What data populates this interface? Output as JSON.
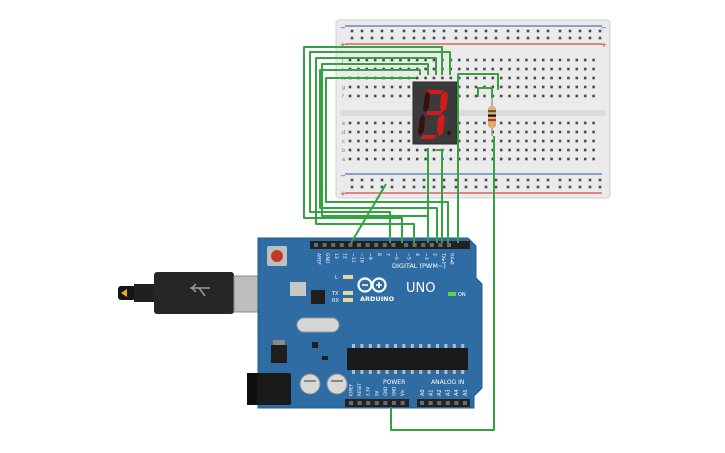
{
  "board": {
    "model_text": "UNO",
    "brand_text": "ARDUINO",
    "digital_label": "DIGITAL (PWM~)",
    "power_label": "POWER",
    "analog_label": "ANALOG IN",
    "on_label": "ON",
    "led_labels": [
      "L",
      "TX",
      "RX"
    ],
    "digital_pins": [
      "AREF",
      "GND",
      "13",
      "12",
      "~11",
      "~10",
      "~9",
      "8",
      "7",
      "~6",
      "~5",
      "4",
      "~3",
      "2",
      "TX▸1",
      "RX◂0"
    ],
    "power_pins": [
      "IOREF",
      "RESET",
      "3.3V",
      "5V",
      "GND",
      "GND",
      "Vin"
    ],
    "analog_pins": [
      "A0",
      "A1",
      "A2",
      "A3",
      "A4",
      "A5"
    ],
    "colors": {
      "pcb": "#2f6ca3",
      "header": "#222222",
      "chip": "#1a1a1a"
    }
  },
  "breadboard": {
    "row_letters_top": [
      "j",
      "i",
      "h",
      "g",
      "f"
    ],
    "row_letters_bottom": [
      "e",
      "d",
      "c",
      "b",
      "a"
    ],
    "rail_symbols": [
      "+",
      "−"
    ],
    "colors": {
      "body": "#ebebeb",
      "rail_red": "#d22222",
      "rail_blue": "#2255aa"
    }
  },
  "display": {
    "digit": "3",
    "segment_on_color": "#d41b1b",
    "segment_off_color": "#3a0e0e"
  },
  "resistor": {
    "colors": [
      "#8a4a1c",
      "#111111",
      "#c8272d",
      "#d4af37"
    ]
  },
  "wire_color": "#33a33f"
}
